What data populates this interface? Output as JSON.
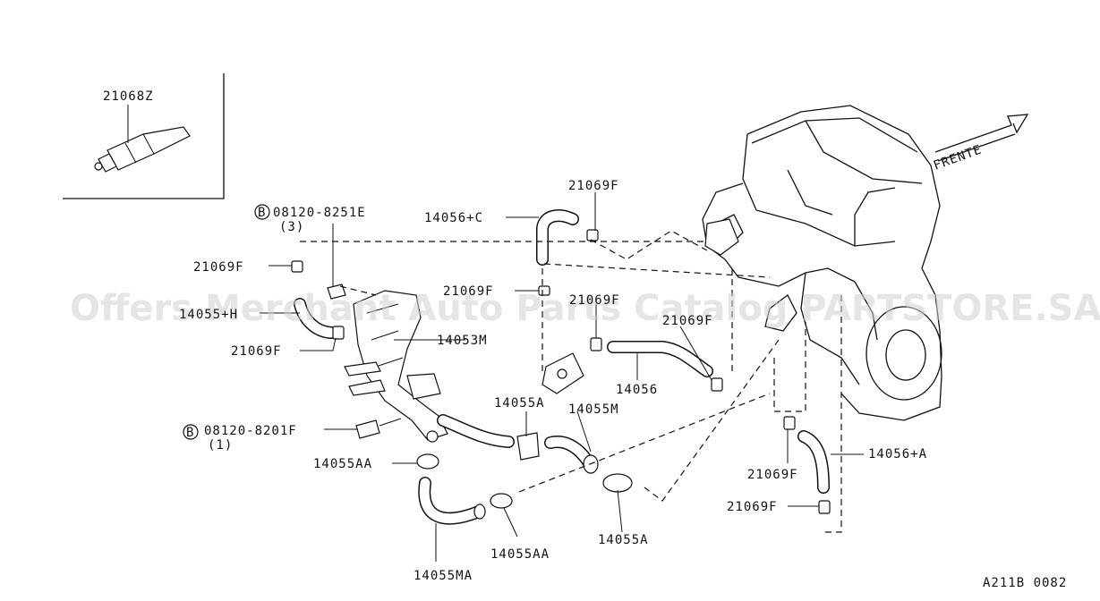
{
  "labels": {
    "p21068z": "21068Z",
    "p08120_8251e": "08120-8251E",
    "qty3": "(3)",
    "p21069f_a": "21069F",
    "p14055h": "14055+H",
    "p21069f_b": "21069F",
    "p14053m": "14053M",
    "p14056c": "14056+C",
    "p21069f_top": "21069F",
    "p21069f_mid": "21069F",
    "p21069f_mid2": "21069F",
    "p21069f_right": "21069F",
    "p14056": "14056",
    "p08120_8201f": "08120-8201F",
    "qty1": "(1)",
    "p14055aa_a": "14055AA",
    "p14055a_a": "14055A",
    "p14055m": "14055M",
    "p14055aa_b": "14055AA",
    "p14055ma": "14055MA",
    "p14055a_b": "14055A",
    "p21069f_low1": "21069F",
    "p21069f_low2": "21069F",
    "p14056a": "14056+A",
    "frente": "FRENTE",
    "bolt_mark": "B",
    "diagram_code": "A211B 0082"
  },
  "watermark": "Offers Merchant Auto Parts Catalog PARTSTORE.SA",
  "colors": {
    "line": "#111111",
    "background": "#ffffff",
    "watermark": "#d0d0d0"
  }
}
